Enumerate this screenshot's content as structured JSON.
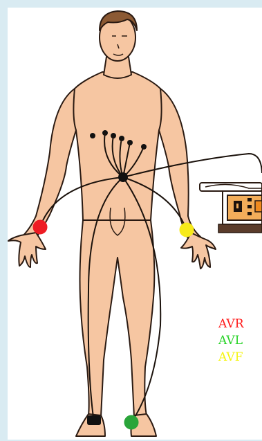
{
  "colors": {
    "frame": "#d9ebf2",
    "skin": "#f6c6a2",
    "outline": "#2a1a12",
    "hair": "#8c5a34",
    "avr": "#ff1a1a",
    "avl": "#27d327",
    "avf": "#f5f510",
    "right_arm_electrode": "#ee1c24",
    "left_arm_electrode": "#f7ea1a",
    "left_leg_electrode": "#2aa53a",
    "right_leg_electrode": "#111111",
    "ecg_machine": "#e08a2a"
  },
  "legend": {
    "avr": "AVR",
    "avl": "AVL",
    "avf": "AVF"
  }
}
